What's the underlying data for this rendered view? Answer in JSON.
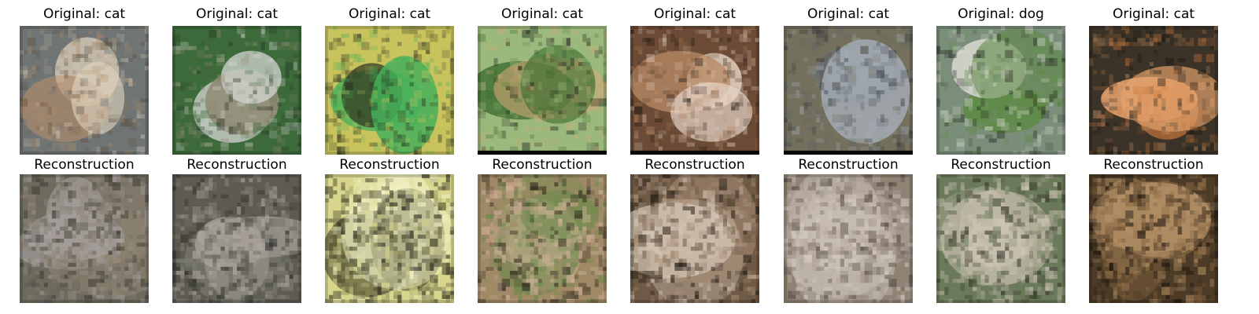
{
  "panels": [
    {
      "original_title": "Original: cat",
      "reconstruction_title": "Reconstruction",
      "original_image": {
        "subject": "cat",
        "palette": {
          "bg": "#6f7574",
          "fg": "#b08c6a",
          "accent": "#e0d2bd",
          "dark": "#5c4a39"
        }
      },
      "reconstruction_image": {
        "palette": {
          "bg": "#6d6a5e",
          "fg": "#8f8373",
          "accent": "#a7a3a1",
          "dark": "#3e3d35"
        }
      }
    },
    {
      "original_title": "Original: cat",
      "reconstruction_title": "Reconstruction",
      "original_image": {
        "subject": "cat",
        "palette": {
          "bg": "#3d6a3a",
          "fg": "#8f8a73",
          "accent": "#d5d8d4",
          "dark": "#1c2a1f"
        }
      },
      "reconstruction_image": {
        "palette": {
          "bg": "#5e5c52",
          "fg": "#8c8a84",
          "accent": "#b1aaa1",
          "dark": "#2e2f2a"
        }
      }
    },
    {
      "original_title": "Original: cat",
      "reconstruction_title": "Reconstruction",
      "original_image": {
        "subject": "cat",
        "palette": {
          "bg": "#c8c35d",
          "fg": "#2f3421",
          "accent": "#47b05a",
          "dark": "#1d2116"
        }
      },
      "reconstruction_image": {
        "palette": {
          "bg": "#d8d68d",
          "fg": "#4b4a2c",
          "accent": "#f0f1c3",
          "dark": "#1c1d15"
        }
      }
    },
    {
      "original_title": "Original: cat",
      "reconstruction_title": "Reconstruction",
      "original_image": {
        "subject": "cat",
        "palette": {
          "bg": "#9bb97c",
          "fg": "#d8a77a",
          "accent": "#3b6d2f",
          "dark": "#121212"
        }
      },
      "reconstruction_image": {
        "palette": {
          "bg": "#a08a66",
          "fg": "#d4b39b",
          "accent": "#6b8a4b",
          "dark": "#2b241b"
        }
      }
    },
    {
      "original_title": "Original: cat",
      "reconstruction_title": "Reconstruction",
      "original_image": {
        "subject": "cat",
        "palette": {
          "bg": "#6b4b35",
          "fg": "#b88a66",
          "accent": "#e6d5c6",
          "dark": "#1a1410"
        }
      },
      "reconstruction_image": {
        "palette": {
          "bg": "#6e5a45",
          "fg": "#a58c74",
          "accent": "#d5c7b7",
          "dark": "#231c15"
        }
      }
    },
    {
      "original_title": "Original: cat",
      "reconstruction_title": "Reconstruction",
      "original_image": {
        "subject": "cat",
        "palette": {
          "bg": "#73705d",
          "fg": "#5b6168",
          "accent": "#a5adb6",
          "dark": "#2c2f34"
        }
      },
      "reconstruction_image": {
        "palette": {
          "bg": "#8e8374",
          "fg": "#b2a49a",
          "accent": "#d7cdc4",
          "dark": "#4b4239"
        }
      }
    },
    {
      "original_title": "Original: dog",
      "reconstruction_title": "Reconstruction",
      "original_image": {
        "subject": "dog",
        "palette": {
          "bg": "#7b8e7a",
          "fg": "#dcdcd6",
          "accent": "#5d8a45",
          "dark": "#1b1c1a"
        }
      },
      "reconstruction_image": {
        "palette": {
          "bg": "#6b7a5a",
          "fg": "#b6b2a4",
          "accent": "#d3c8b7",
          "dark": "#2e3323"
        }
      }
    },
    {
      "original_title": "Original: cat",
      "reconstruction_title": "Reconstruction",
      "original_image": {
        "subject": "cat",
        "palette": {
          "bg": "#3b3328",
          "fg": "#c9783c",
          "accent": "#e5a36f",
          "dark": "#16120d"
        }
      },
      "reconstruction_image": {
        "palette": {
          "bg": "#4c3b26",
          "fg": "#8a6a44",
          "accent": "#b79369",
          "dark": "#1c140d"
        }
      }
    }
  ]
}
